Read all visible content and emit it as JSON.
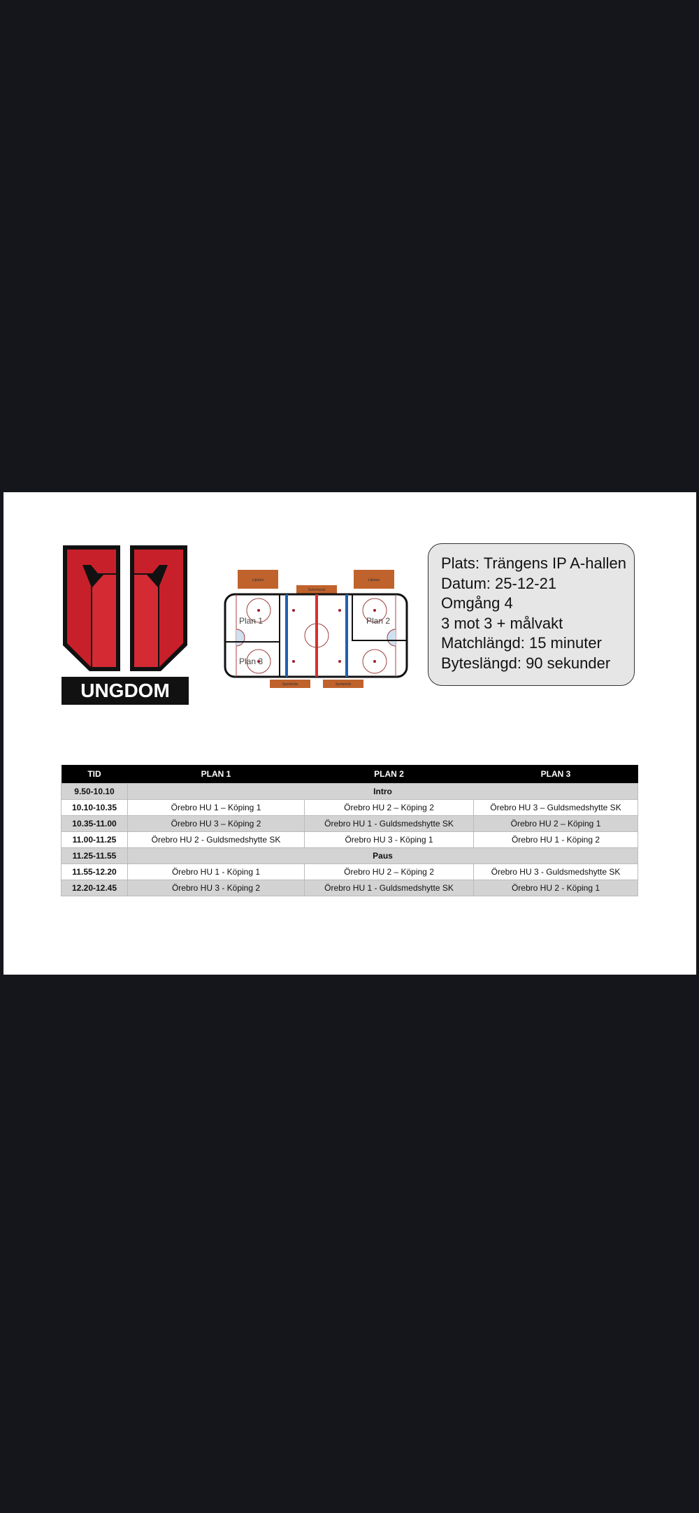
{
  "logo": {
    "text": "UNGDOM"
  },
  "rink": {
    "labels": [
      "Läktare",
      "Läktare",
      "Sekretariat",
      "Spelarbås",
      "Spelarbås"
    ],
    "plans": [
      "Plan 1",
      "Plan 2",
      "Plan 3"
    ]
  },
  "info": [
    "Plats: Trängens IP A-hallen",
    "Datum: 25-12-21",
    "Omgång 4",
    "3 mot 3 + målvakt",
    "Matchlängd: 15 minuter",
    "Byteslängd: 90 sekunder"
  ],
  "table": {
    "headers": [
      "TID",
      "PLAN 1",
      "PLAN 2",
      "PLAN 3"
    ],
    "rows": [
      {
        "time": "9.50-10.10",
        "span": "Intro"
      },
      {
        "time": "10.10-10.35",
        "cells": [
          "Örebro HU 1 – Köping 1",
          "Örebro HU 2 – Köping 2",
          "Örebro HU 3 – Guldsmedshytte SK"
        ]
      },
      {
        "time": "10.35-11.00",
        "cells": [
          "Örebro HU 3 – Köping 2",
          "Örebro HU 1 - Guldsmedshytte SK",
          "Örebro HU 2 – Köping 1"
        ]
      },
      {
        "time": "11.00-11.25",
        "cells": [
          "Örebro HU 2 - Guldsmedshytte SK",
          "Örebro HU 3 - Köping 1",
          "Örebro HU 1 - Köping 2"
        ]
      },
      {
        "time": "11.25-11.55",
        "span": "Paus"
      },
      {
        "time": "11.55-12.20",
        "cells": [
          "Örebro HU 1 - Köping 1",
          "Örebro HU 2 – Köping 2",
          "Örebro HU 3 - Guldsmedshytte SK"
        ]
      },
      {
        "time": "12.20-12.45",
        "cells": [
          "Örebro HU 3 - Köping 2",
          "Örebro HU 1 - Guldsmedshytte SK",
          "Örebro HU 2 - Köping 1"
        ]
      }
    ]
  }
}
